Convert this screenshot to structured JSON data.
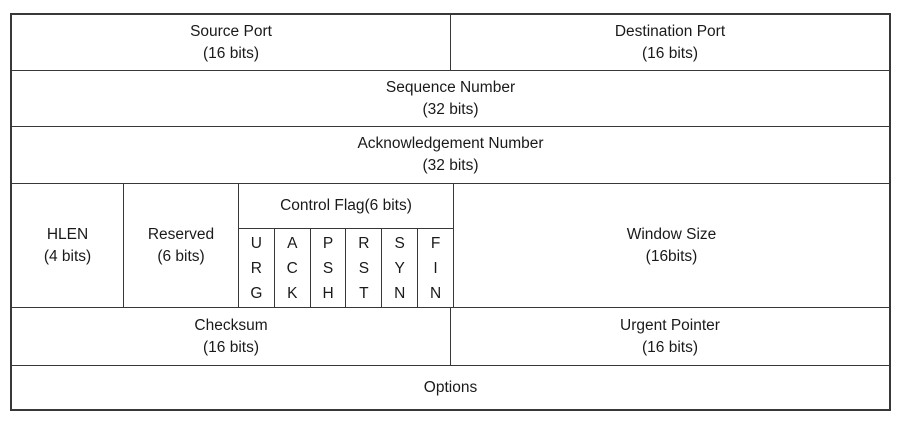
{
  "cells": {
    "source_port": {
      "title": "Source Port",
      "bits": "(16 bits)"
    },
    "destination_port": {
      "title": "Destination Port",
      "bits": "(16 bits)"
    },
    "sequence_number": {
      "title": "Sequence Number",
      "bits": "(32 bits)"
    },
    "acknowledgement_number": {
      "title": "Acknowledgement Number",
      "bits": "(32 bits)"
    },
    "hlen": {
      "title": "HLEN",
      "bits": "(4 bits)"
    },
    "reserved": {
      "title": "Reserved",
      "bits": "(6 bits)"
    },
    "control_flag": {
      "title": "Control Flag(6 bits)",
      "flags": [
        "URG",
        "ACK",
        "PSH",
        "RST",
        "SYN",
        "FIN"
      ]
    },
    "window_size": {
      "title": "Window Size",
      "bits": "(16bits)"
    },
    "checksum": {
      "title": "Checksum",
      "bits": "(16 bits)"
    },
    "urgent_pointer": {
      "title": "Urgent Pointer",
      "bits": "(16 bits)"
    },
    "options": {
      "title": "Options"
    }
  },
  "colors": {
    "border": "#383838",
    "background": "#ffffff",
    "text": "#1a1a1a"
  }
}
